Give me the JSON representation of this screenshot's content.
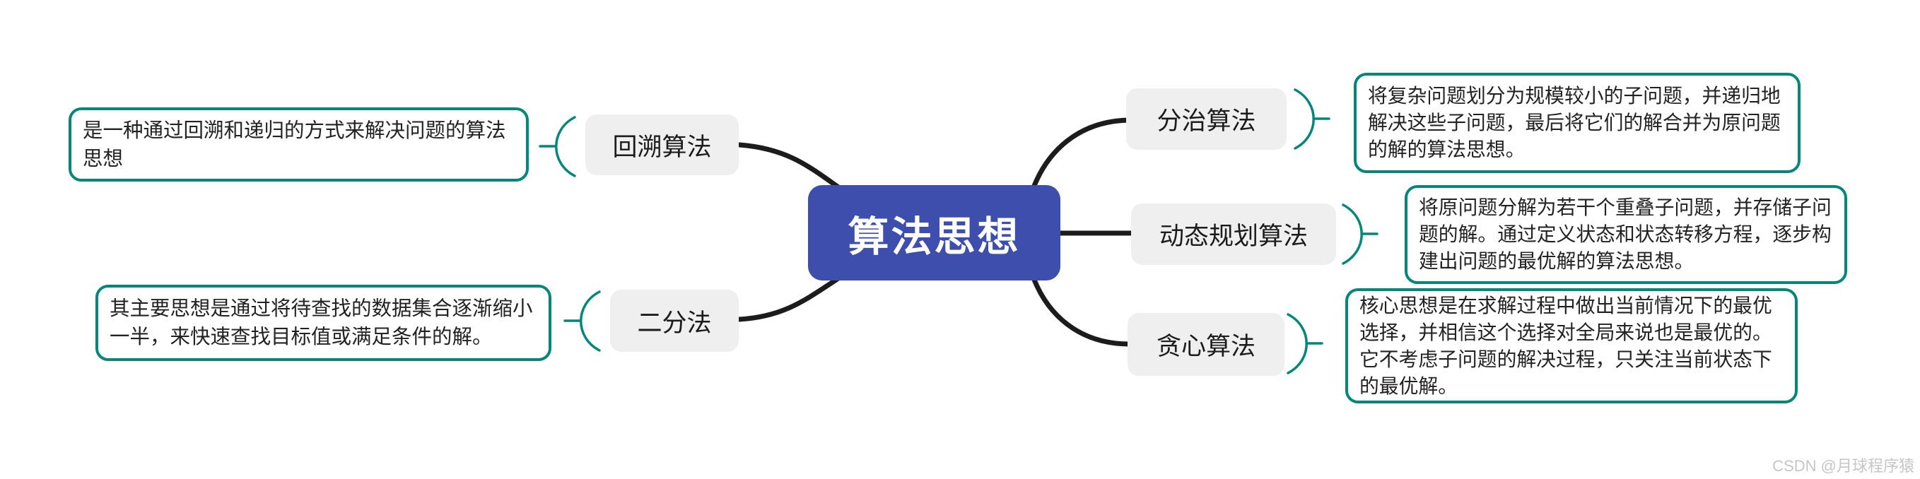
{
  "diagram": {
    "root": {
      "label": "算法思想"
    },
    "branches": [
      {
        "id": "backtrack",
        "label": "回溯算法",
        "side": "left",
        "note": "是一种通过回溯和递归的方式来解决问题的算法思想"
      },
      {
        "id": "binary",
        "label": "二分法",
        "side": "left",
        "note": "其主要思想是通过将待查找的数据集合逐渐缩小一半，来快速查找目标值或满足条件的解。"
      },
      {
        "id": "divide",
        "label": "分治算法",
        "side": "right",
        "note": "将复杂问题划分为规模较小的子问题，并递归地解决这些子问题，最后将它们的解合并为原问题的解的算法思想。"
      },
      {
        "id": "dp",
        "label": "动态规划算法",
        "side": "right",
        "note": "将原问题分解为若干个重叠子问题，并存储子问题的解。通过定义状态和状态转移方程，逐步构建出问题的最优解的算法思想。"
      },
      {
        "id": "greedy",
        "label": "贪心算法",
        "side": "right",
        "note": "核心思想是在求解过程中做出当前情况下的最优选择，并相信这个选择对全局来说也是最优的。它不考虑子问题的解决过程，只关注当前状态下的最优解。"
      }
    ]
  },
  "watermark": "CSDN @月球程序猿",
  "colors": {
    "root_fill": "#3E4EAD",
    "root_text": "#FFFFFF",
    "topic_fill": "#EFEFEF",
    "note_border": "#04877A",
    "branch_line": "#1C1C1C",
    "watermark_text": "#C6C6C6"
  }
}
